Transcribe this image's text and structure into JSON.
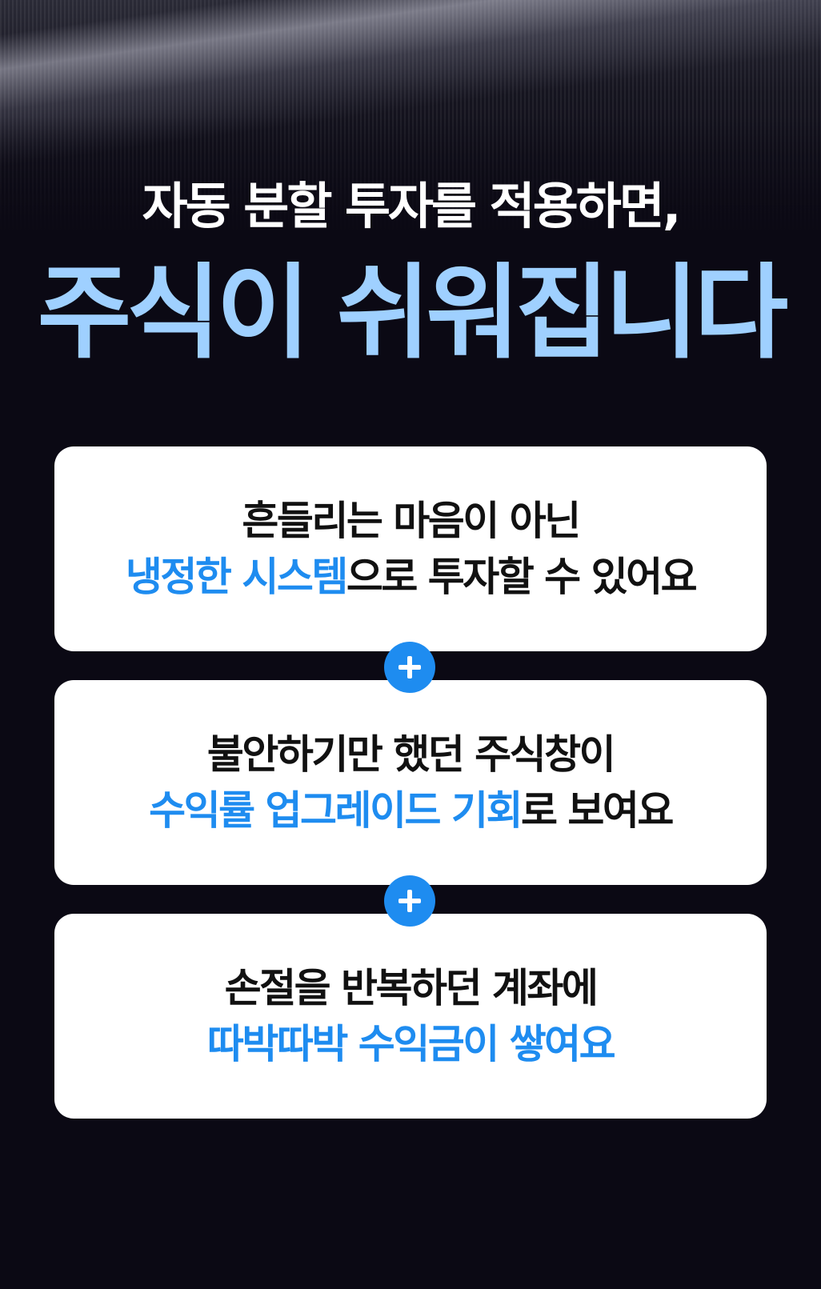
{
  "header": {
    "subtitle": "자동 분할 투자를 적용하면,",
    "headline": "주식이 쉬워집니다"
  },
  "cards": [
    {
      "line1": "흔들리는 마음이 아닌",
      "line2_highlight": "냉정한 시스템",
      "line2_rest": "으로 투자할 수 있어요"
    },
    {
      "line1": "불안하기만 했던 주식창이",
      "line2_highlight": "수익률 업그레이드 기회",
      "line2_rest": "로 보여요"
    },
    {
      "line1": "손절을 반복하던 계좌에",
      "line2_highlight": "따박따박 수익금이 쌓여요",
      "line2_rest": ""
    }
  ],
  "connector_icon": "plus-icon",
  "colors": {
    "background": "#0b0914",
    "headline": "#9fd0ff",
    "accent": "#1e8cf0",
    "card_text": "#111111",
    "card_bg": "#ffffff"
  }
}
